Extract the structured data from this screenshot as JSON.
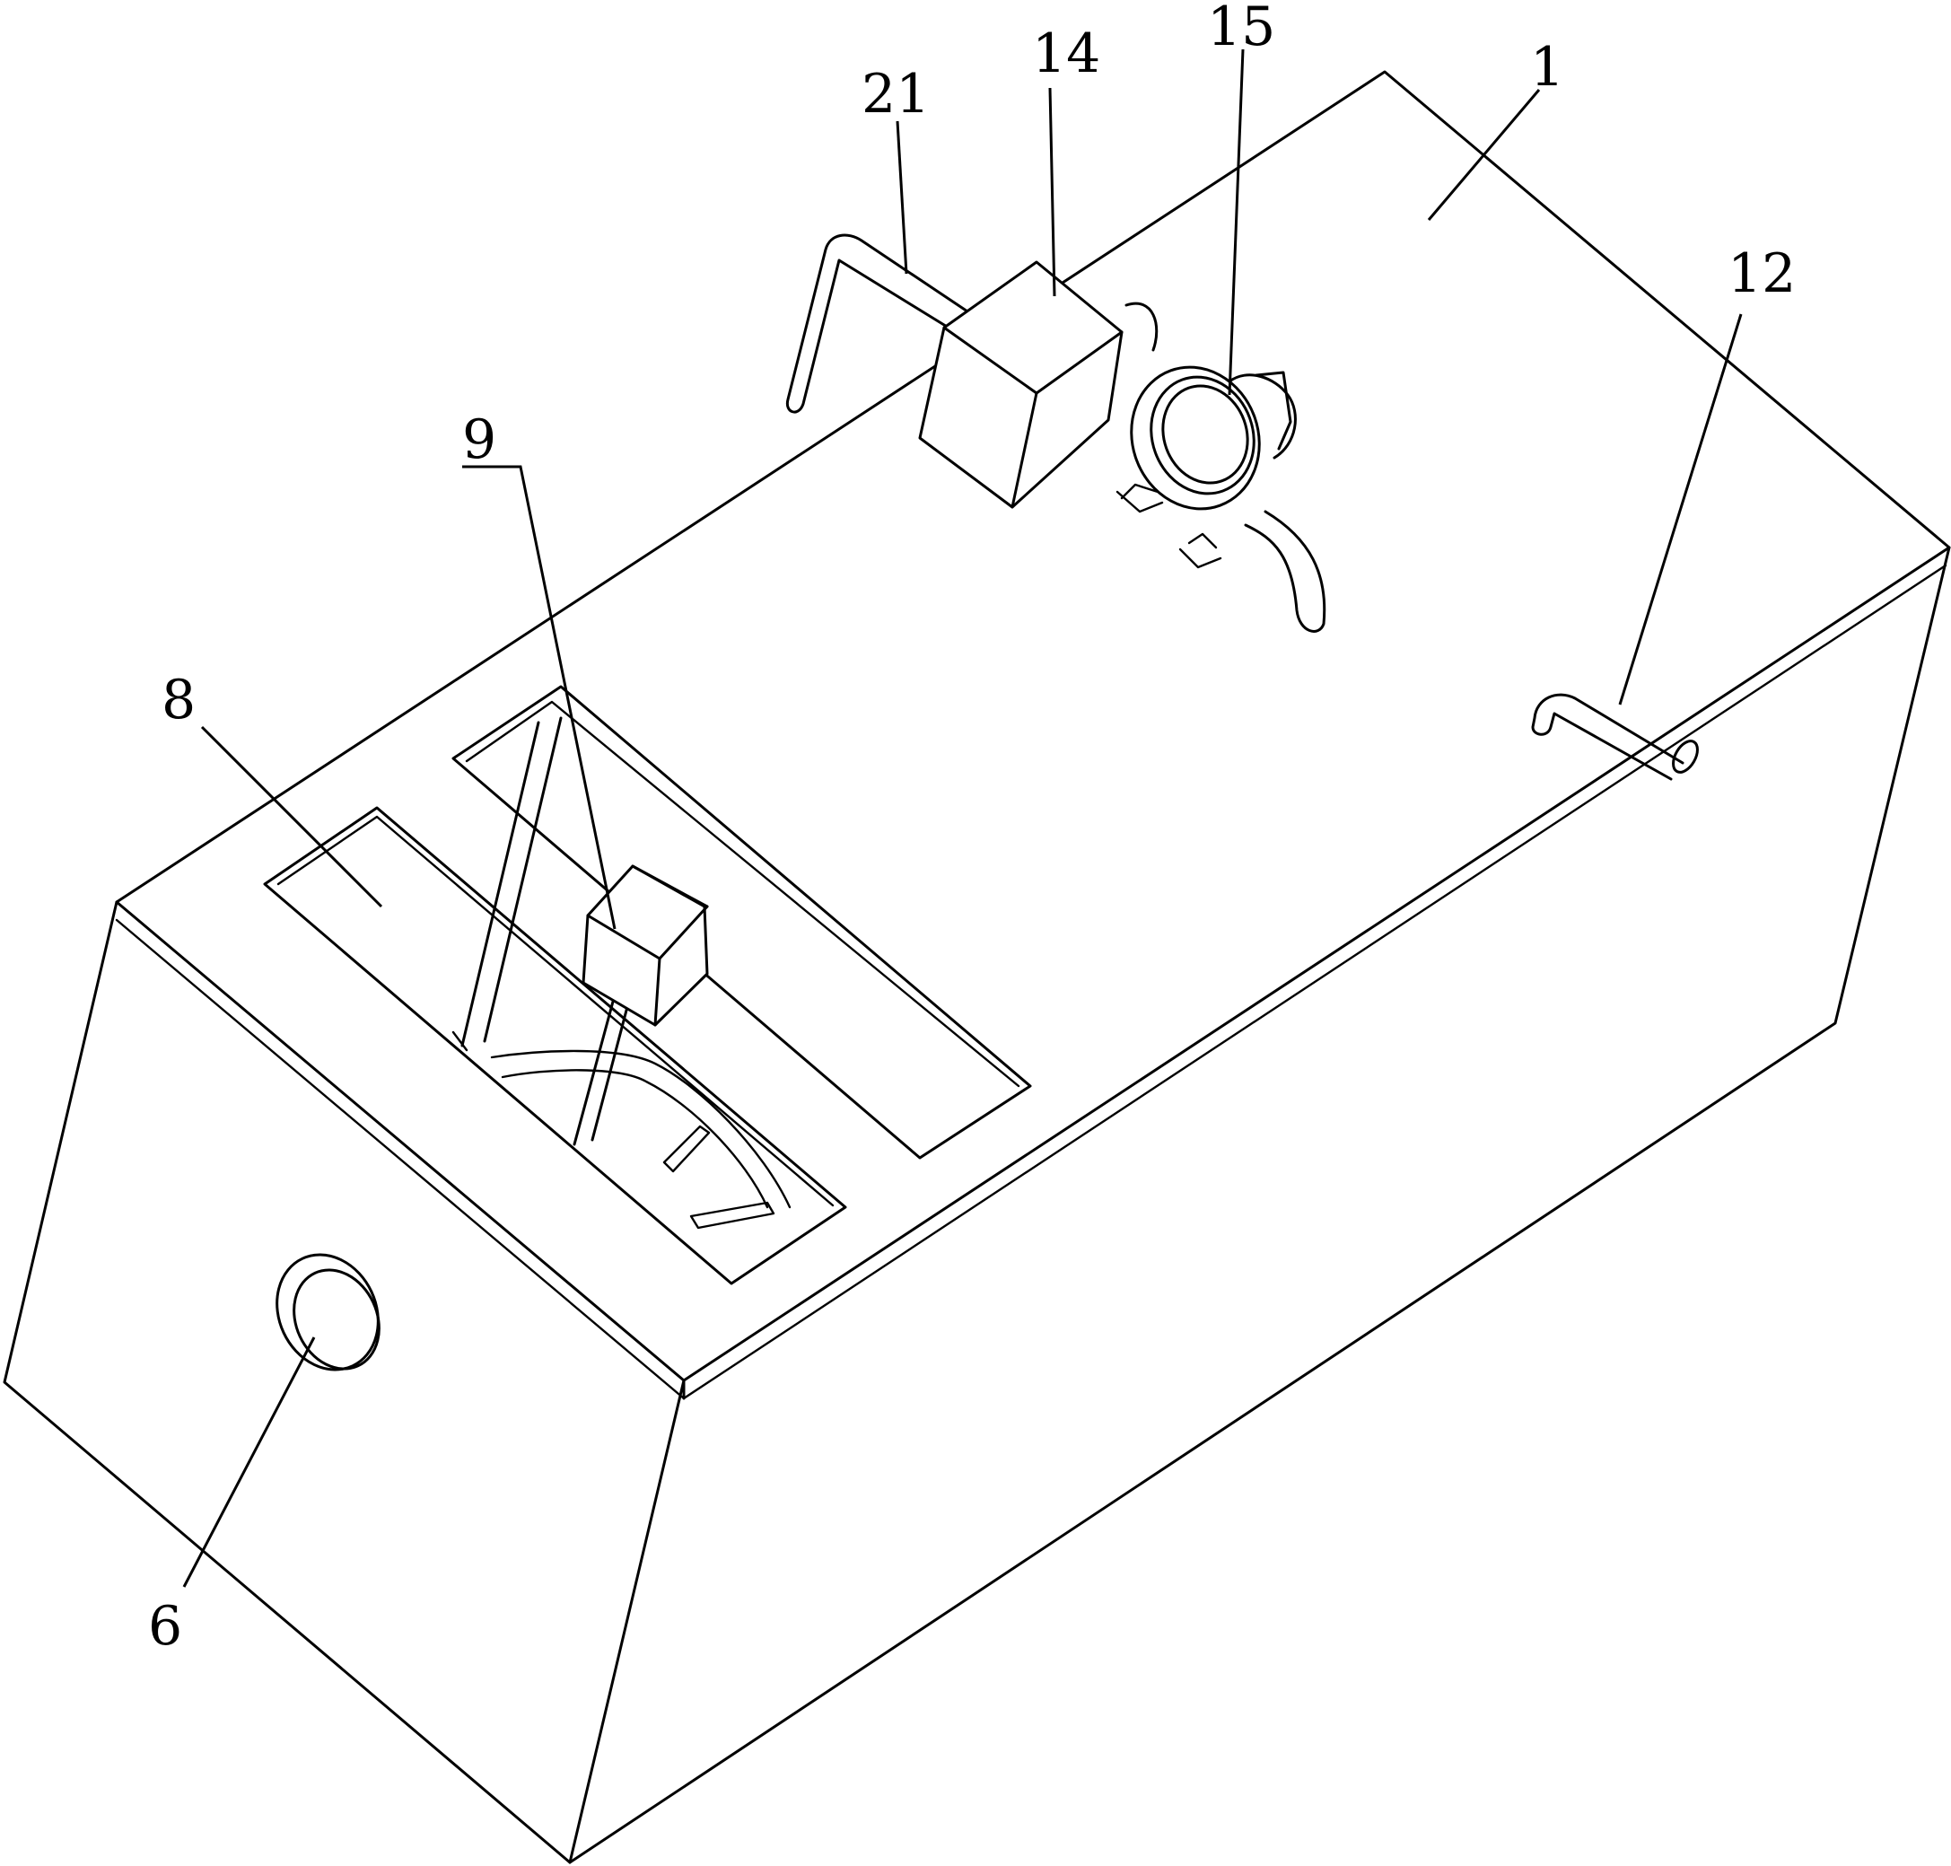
{
  "labels": {
    "l1": "1",
    "l6": "6",
    "l8": "8",
    "l9": "9",
    "l12": "12",
    "l14": "14",
    "l15": "15",
    "l21": "21"
  }
}
